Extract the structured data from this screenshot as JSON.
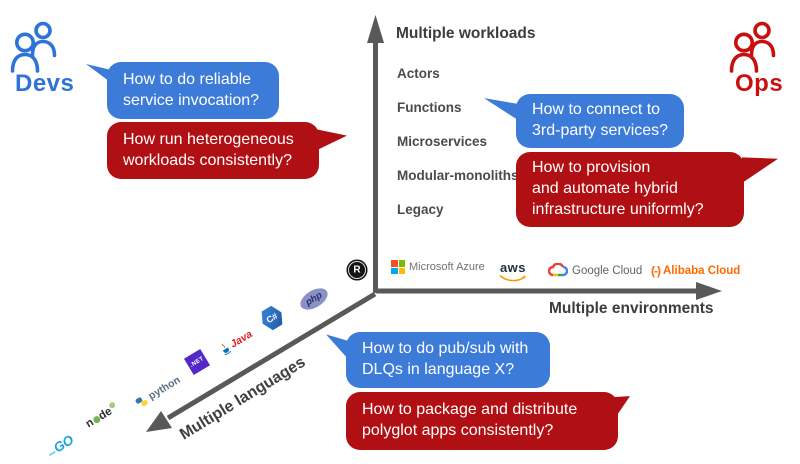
{
  "personas": {
    "devs": {
      "label": "Devs"
    },
    "ops": {
      "label": "Ops"
    }
  },
  "axes": {
    "workloads": {
      "title": "Multiple workloads",
      "items": [
        "Actors",
        "Functions",
        "Microservices",
        "Modular-monoliths",
        "Legacy"
      ]
    },
    "environments": {
      "title": "Multiple environments",
      "providers": [
        {
          "id": "microsoft-azure",
          "label": "Microsoft Azure"
        },
        {
          "id": "aws",
          "label": "aws"
        },
        {
          "id": "google-cloud",
          "label": "Google Cloud"
        },
        {
          "id": "alibaba-cloud",
          "icon_text": "(-)",
          "label": "Alibaba Cloud"
        }
      ]
    },
    "languages": {
      "title": "Multiple languages",
      "logos": [
        {
          "id": "rust",
          "label": "R"
        },
        {
          "id": "php",
          "label": "php"
        },
        {
          "id": "csharp",
          "label": "C#"
        },
        {
          "id": "java",
          "label": "Java"
        },
        {
          "id": "dotnet",
          "label": ".NET"
        },
        {
          "id": "python",
          "label": "python"
        },
        {
          "id": "node",
          "prefix": "n",
          "suffix": "de"
        },
        {
          "id": "go",
          "label": "GO"
        }
      ]
    }
  },
  "bubbles": [
    {
      "id": "devs-blue",
      "color": "blue",
      "text": "How to do reliable\nservice invocation?"
    },
    {
      "id": "devs-red",
      "color": "red",
      "text": "How run heterogeneous\nworkloads consistently?"
    },
    {
      "id": "ops-blue",
      "color": "blue",
      "text": "How to connect to\n3rd-party services?"
    },
    {
      "id": "ops-red",
      "color": "red",
      "text": "How to provision\nand automate hybrid\ninfrastructure uniformly?"
    },
    {
      "id": "lang-blue",
      "color": "blue",
      "text": "How to do pub/sub with\nDLQs in language X?"
    },
    {
      "id": "lang-red",
      "color": "red",
      "text": "How to package and distribute\npolyglot apps consistently?"
    }
  ],
  "colors": {
    "bubble_blue": "#3D7BD9",
    "bubble_red": "#B01013",
    "devs_blue": "#2E74D8",
    "ops_red": "#C9100F",
    "axis_gray": "#595959",
    "azure_text": "#737373",
    "aws_smile": "#FF9900",
    "google_text": "#5F6368",
    "alibaba_orange": "#FF6A00"
  }
}
